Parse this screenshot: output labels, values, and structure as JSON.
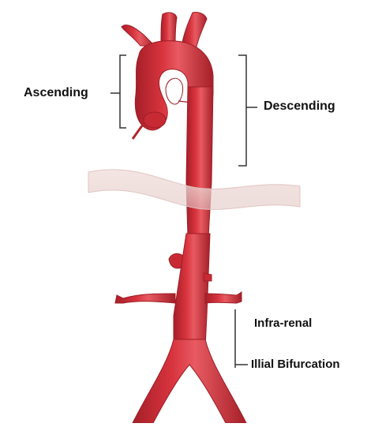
{
  "labels": {
    "ascending": "Ascending",
    "descending": "Descending",
    "infra_renal": "Infra-renal",
    "iliac_bifurcation": "Illial Bifurcation"
  },
  "colors": {
    "aorta": "#cf2e38",
    "aorta_dark": "#a51f28",
    "aorta_highlight": "#e8636a",
    "diaphragm": "#e8d4d2",
    "label_text": "#111111",
    "bracket": "#333333"
  },
  "icons": {
    "figure": "aorta-illustration"
  }
}
